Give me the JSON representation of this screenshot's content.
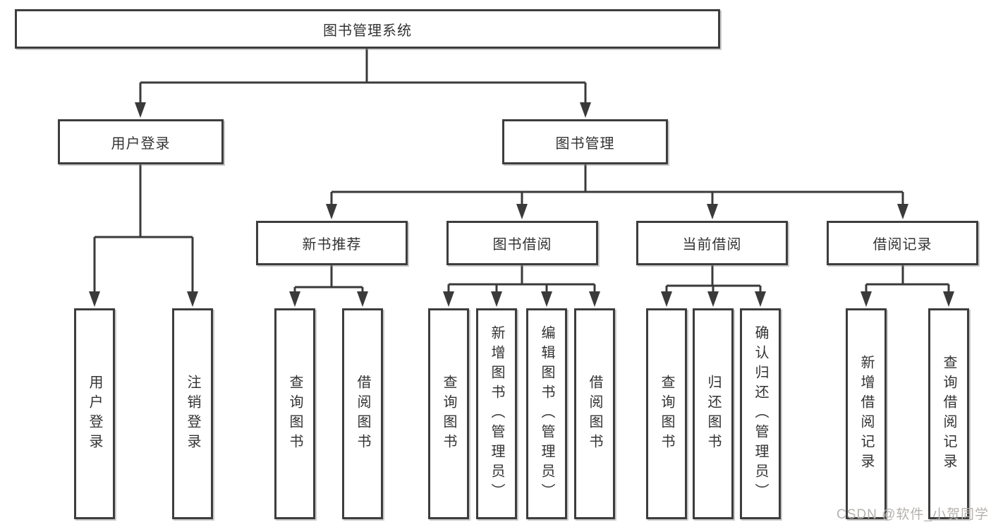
{
  "diagram": {
    "title": "图书管理系统",
    "root": {
      "label": "图书管理系统"
    },
    "level2": [
      {
        "label": "用户登录"
      },
      {
        "label": "图书管理"
      }
    ],
    "level3": [
      {
        "label": "新书推荐"
      },
      {
        "label": "图书借阅"
      },
      {
        "label": "当前借阅"
      },
      {
        "label": "借阅记录"
      }
    ],
    "leaves": {
      "login": [
        "用户登录",
        "注销登录"
      ],
      "newbook": [
        "查询图书",
        "借阅图书"
      ],
      "borrow": [
        "查询图书",
        "新增图书（管理员）",
        "编辑图书（管理员）",
        "借阅图书"
      ],
      "current": [
        "查询图书",
        "归还图书",
        "确认归还（管理员）"
      ],
      "records": [
        "新增借阅记录",
        "查询借阅记录"
      ]
    }
  },
  "watermark": {
    "text": "CSDN @软件_小贺同学"
  },
  "colors": {
    "line": "#3a3a3a",
    "box_border": "#3d3d3d",
    "text": "#333333",
    "watermark": "#b5b1ae",
    "background": "#ffffff"
  }
}
